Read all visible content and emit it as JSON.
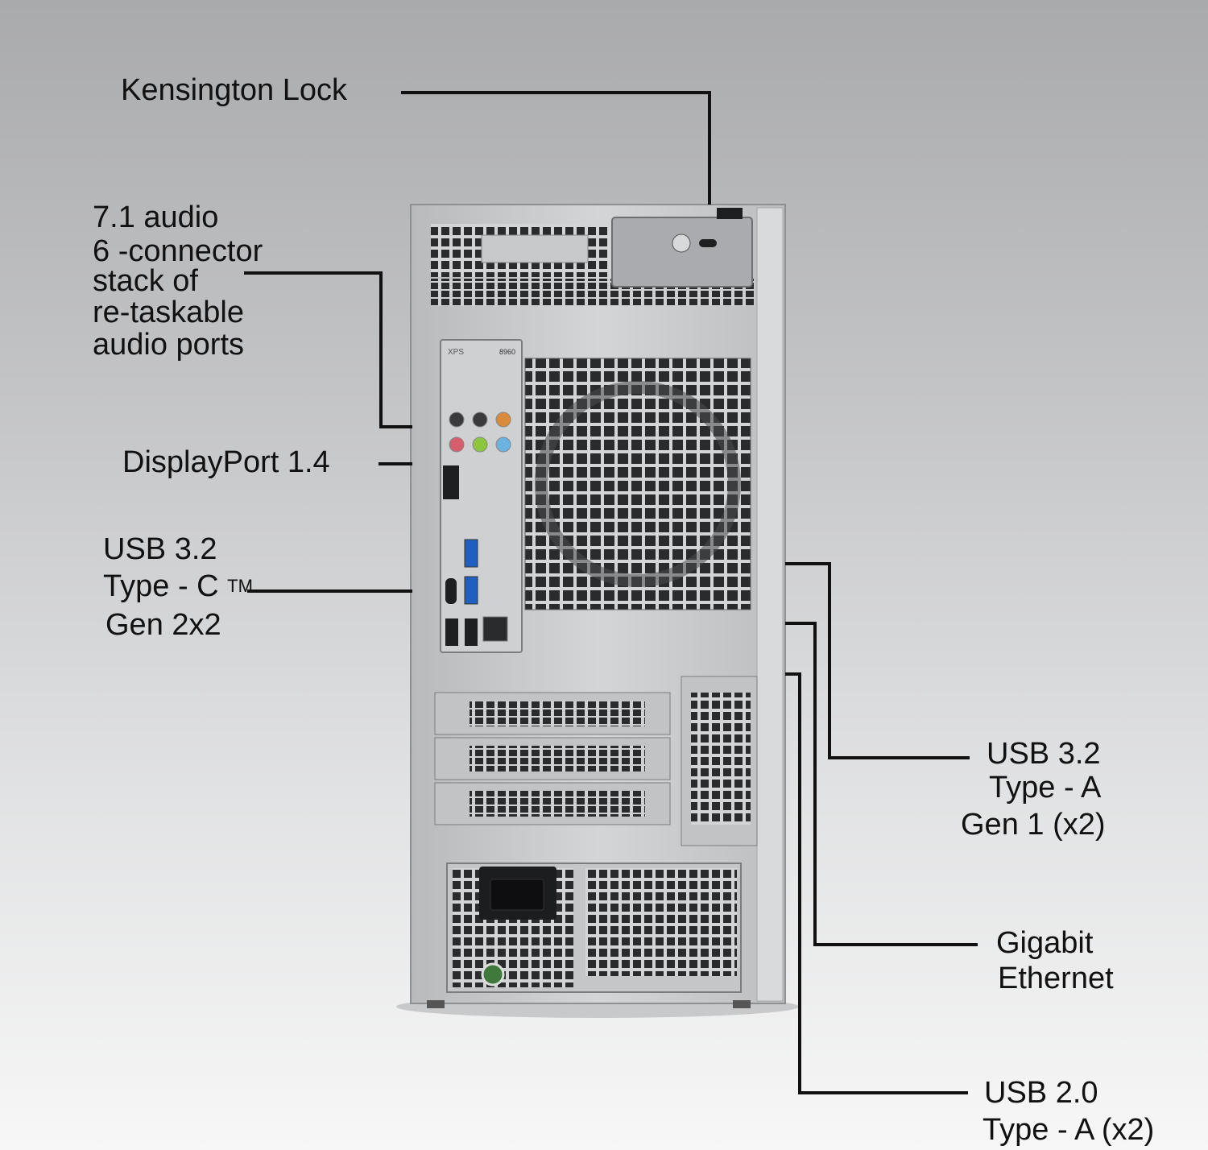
{
  "labels": {
    "kensington": "Kensington Lock",
    "audio": [
      "7.1 audio",
      "6 -connector",
      "stack of",
      "re-taskable",
      "audio ports"
    ],
    "displayport": "DisplayPort 1.4",
    "usb_c": [
      "USB 3.2",
      "Type - C",
      "Gen 2x2"
    ],
    "usb_c_tm": "TM",
    "usb_a_gen1": [
      "USB 3.2",
      "Type - A",
      "Gen 1 (x2)"
    ],
    "ethernet": [
      "Gigabit",
      "Ethernet"
    ],
    "usb2": [
      "USB 2.0",
      "Type - A (x2)"
    ]
  },
  "device": {
    "brand": "XPS",
    "model": "8960"
  },
  "colors": {
    "chassis": "#c7c8ca",
    "panel_dark": "#9ea0a3",
    "grille_hole": "#2a2b2d",
    "callout_line": "#111111"
  }
}
